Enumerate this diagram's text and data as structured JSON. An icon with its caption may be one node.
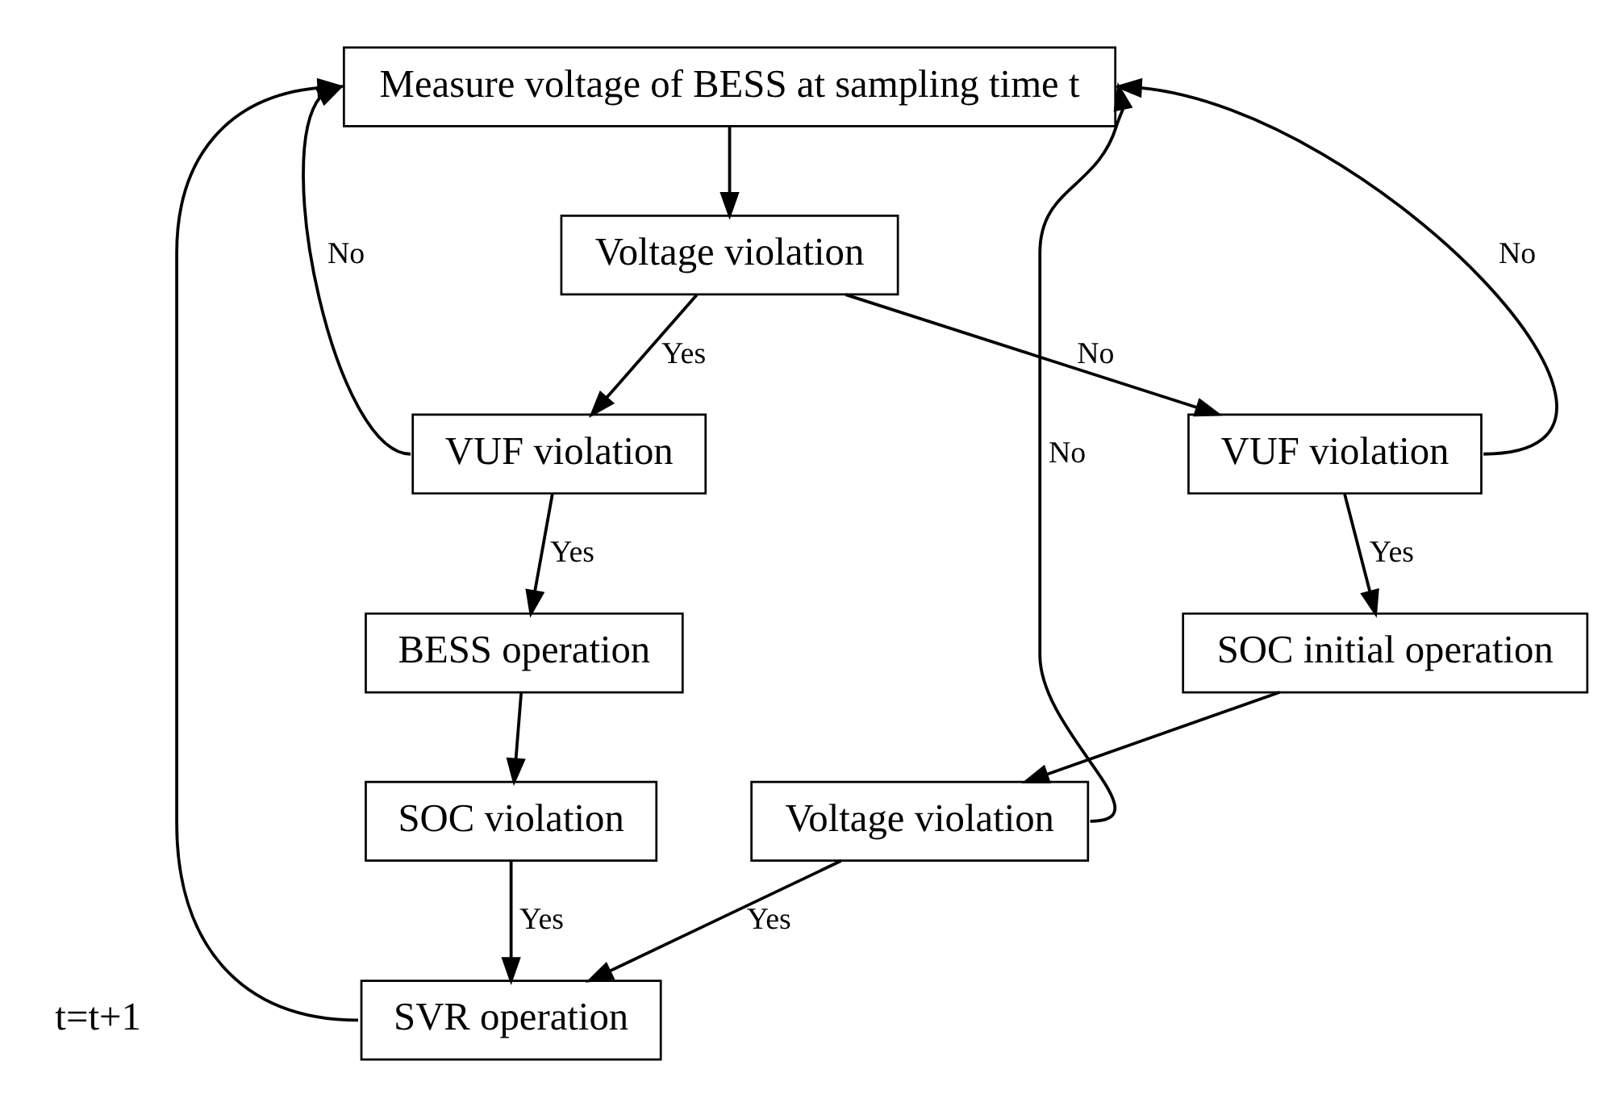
{
  "diagram": {
    "nodes": [
      {
        "text": [
          "Measure voltage of BESS at sampling time t"
        ]
      },
      {
        "text": [
          "Voltage violation"
        ]
      },
      {
        "text": [
          "VUF violation"
        ]
      },
      {
        "text": [
          "VUF violation"
        ]
      },
      {
        "text": [
          "BESS operation"
        ]
      },
      {
        "text": [
          "SOC initial operation"
        ]
      },
      {
        "text": [
          "SOC violation"
        ]
      },
      {
        "text": [
          "Voltage violation"
        ]
      },
      {
        "text": [
          "SVR operation"
        ]
      }
    ],
    "edges": [
      {
        "from": 0,
        "to": 1,
        "arrow": "to"
      },
      {
        "from": 1,
        "to": 2,
        "arrow": "to",
        "label": "Yes"
      },
      {
        "from": 1,
        "to": 3,
        "arrow": "to",
        "label": "No"
      },
      {
        "from": 2,
        "to": 4,
        "arrow": "to",
        "label": "Yes"
      },
      {
        "from": 3,
        "to": 5,
        "arrow": "to",
        "label": "Yes"
      },
      {
        "from": 4,
        "to": 6,
        "arrow": "to"
      },
      {
        "from": 5,
        "to": 7,
        "arrow": "to"
      },
      {
        "from": 6,
        "to": 8,
        "arrow": "to",
        "label": "Yes"
      },
      {
        "from": 7,
        "to": 8,
        "arrow": "to",
        "label": "Yes"
      },
      {
        "from": 2,
        "to": 0,
        "arrow": "to",
        "label": "No"
      },
      {
        "from": 8,
        "to": 0,
        "arrow": "to"
      },
      {
        "from": 7,
        "to": 0,
        "arrow": "to",
        "label": "No"
      },
      {
        "from": 3,
        "to": 0,
        "arrow": "to",
        "label": "No"
      }
    ],
    "labels": [
      "t=t+1"
    ]
  }
}
